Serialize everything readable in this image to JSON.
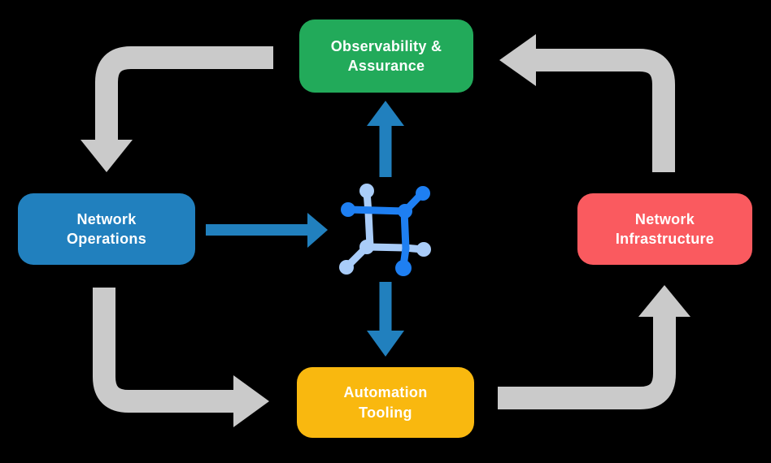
{
  "diagram": {
    "background_color": "#000000",
    "text_color": "#FFFFFF",
    "boxes": [
      {
        "id": "observability-assurance",
        "label": "Observability &\nAssurance",
        "color": "#22AA5A"
      },
      {
        "id": "network-operations",
        "label": "Network\nOperations",
        "color": "#2180BE"
      },
      {
        "id": "network-infrastructure",
        "label": "Network\nInfrastructure",
        "color": "#FA5A5F"
      },
      {
        "id": "automation-tooling",
        "label": "Automation\nTooling",
        "color": "#F9B80F"
      }
    ],
    "colors": {
      "cycle_arrow": "#CACACA",
      "flow_arrow": "#2180BE",
      "icon_primary": "#1E7FF2",
      "icon_secondary": "#A9CCF8"
    },
    "center_icon": "network-automation-icon",
    "cycle_flows": [
      "Observability & Assurance -> Network Operations",
      "Network Operations -> Automation Tooling",
      "Automation Tooling -> Network Infrastructure",
      "Network Infrastructure -> Observability & Assurance"
    ],
    "center_flows": [
      "Network Operations -> center icon",
      "center icon -> Observability & Assurance",
      "center icon -> Automation Tooling"
    ]
  }
}
